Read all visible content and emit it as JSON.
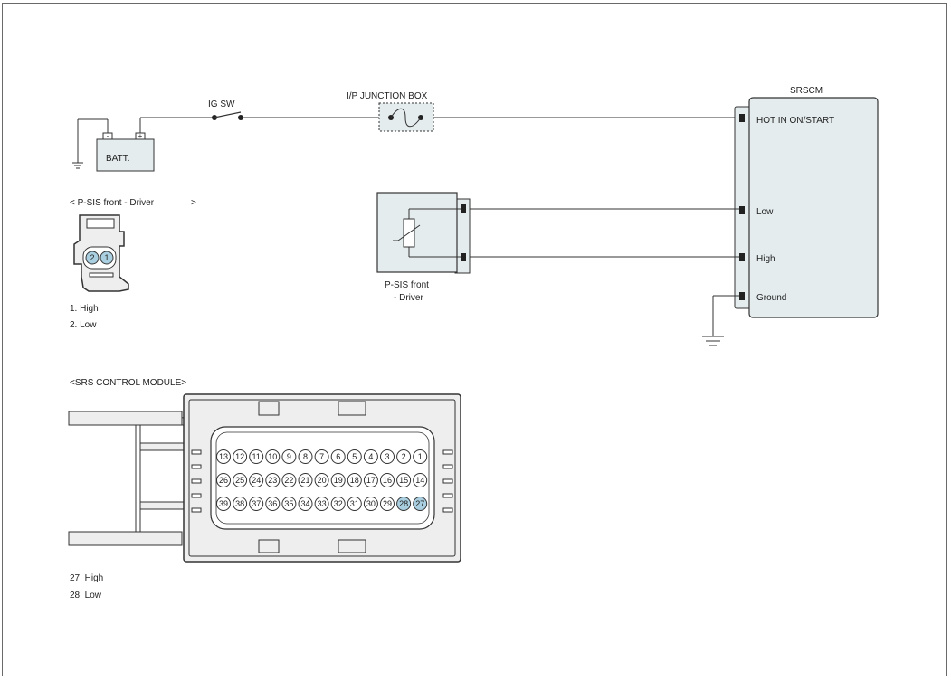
{
  "battery": {
    "label": "BATT.",
    "neg": "-",
    "pos": "+"
  },
  "ig_switch": {
    "label": "IG SW"
  },
  "junction_box": {
    "label": "I/P JUNCTION BOX"
  },
  "srscm": {
    "title": "SRSCM",
    "pins": [
      "HOT IN ON/START",
      "Low",
      "High",
      "Ground"
    ]
  },
  "sensor": {
    "label_line1": "P-SIS front",
    "label_line2": "-  Driver"
  },
  "psis_connector": {
    "title": "< P-SIS front - Driver",
    "title_end": ">",
    "pins": [
      "2",
      "1"
    ],
    "legend": [
      "1. High",
      "2. Low"
    ],
    "highlight_color": "#a9cfe0"
  },
  "srs_connector": {
    "title": "<SRS CONTROL MODULE>",
    "rows": [
      [
        "13",
        "12",
        "11",
        "10",
        "9",
        "8",
        "7",
        "6",
        "5",
        "4",
        "3",
        "2",
        "1"
      ],
      [
        "26",
        "25",
        "24",
        "23",
        "22",
        "21",
        "20",
        "19",
        "18",
        "17",
        "16",
        "15",
        "14"
      ],
      [
        "39",
        "38",
        "37",
        "36",
        "35",
        "34",
        "33",
        "32",
        "31",
        "30",
        "29",
        "28",
        "27"
      ]
    ],
    "highlighted_pins": [
      "28",
      "27"
    ],
    "legend": [
      "27. High",
      "28. Low"
    ],
    "highlight_color": "#a9cfe0"
  },
  "colors": {
    "line": "#333333",
    "component_fill": "#e4ecee",
    "connector_fill": "#eeeeee"
  }
}
